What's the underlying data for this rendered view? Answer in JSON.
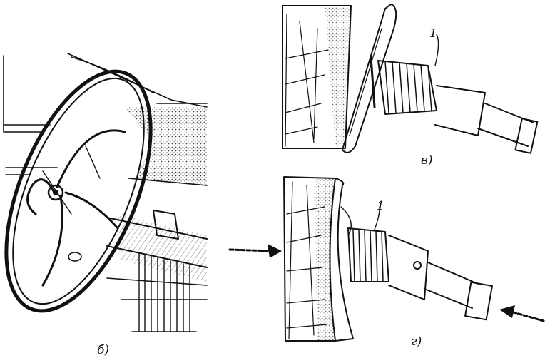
{
  "panels": {
    "b": {
      "caption": "б)"
    },
    "v": {
      "caption": "в)",
      "callout": "1"
    },
    "g": {
      "caption": "г)",
      "callout": "1"
    }
  },
  "ink_color": "#111111"
}
